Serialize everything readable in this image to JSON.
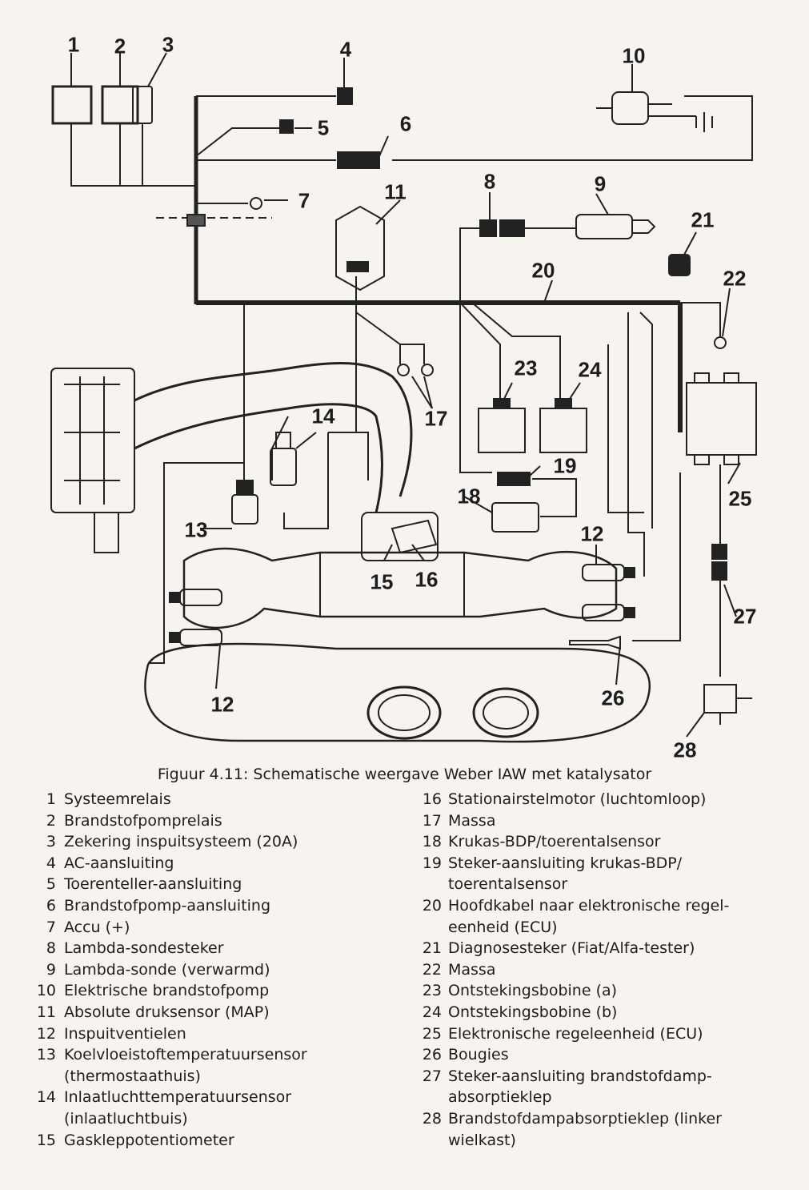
{
  "callouts": [
    "1",
    "2",
    "3",
    "4",
    "5",
    "6",
    "7",
    "8",
    "9",
    "10",
    "11",
    "12",
    "13",
    "14",
    "15",
    "16",
    "17",
    "18",
    "19",
    "20",
    "21",
    "22",
    "23",
    "24",
    "25",
    "26",
    "27",
    "28"
  ],
  "caption": "Figuur 4.11: Schematische weergave Weber IAW met katalysator",
  "legend_left": [
    {
      "num": "1",
      "text": "Systeemrelais"
    },
    {
      "num": "2",
      "text": "Brandstofpomprelais"
    },
    {
      "num": "3",
      "text": "Zekering inspuitsysteem (20A)"
    },
    {
      "num": "4",
      "text": "AC-aansluiting"
    },
    {
      "num": "5",
      "text": "Toerenteller-aansluiting"
    },
    {
      "num": "6",
      "text": "Brandstofpomp-aansluiting"
    },
    {
      "num": "7",
      "text": "Accu (+)"
    },
    {
      "num": "8",
      "text": "Lambda-sondesteker"
    },
    {
      "num": "9",
      "text": "Lambda-sonde (verwarmd)"
    },
    {
      "num": "10",
      "text": "Elektrische brandstofpomp"
    },
    {
      "num": "11",
      "text": "Absolute druksensor (MAP)"
    },
    {
      "num": "12",
      "text": "Inspuitventielen"
    },
    {
      "num": "13",
      "text": "Koelvloeistoftemperatuursensor (thermostaathuis)"
    },
    {
      "num": "14",
      "text": "Inlaatluchttemperatuursensor (inlaatluchtbuis)"
    },
    {
      "num": "15",
      "text": "Gaskleppotentiometer"
    }
  ],
  "legend_right": [
    {
      "num": "16",
      "text": "Stationairstelmotor (luchtomloop)"
    },
    {
      "num": "17",
      "text": "Massa"
    },
    {
      "num": "18",
      "text": "Krukas-BDP/toerentalsensor"
    },
    {
      "num": "19",
      "text": "Steker-aansluiting krukas-BDP/ toerentalsensor"
    },
    {
      "num": "20",
      "text": "Hoofdkabel naar elektronische regel- eenheid (ECU)"
    },
    {
      "num": "21",
      "text": "Diagnosesteker (Fiat/Alfa-tester)"
    },
    {
      "num": "22",
      "text": "Massa"
    },
    {
      "num": "23",
      "text": "Ontstekingsbobine (a)"
    },
    {
      "num": "24",
      "text": "Ontstekingsbobine (b)"
    },
    {
      "num": "25",
      "text": "Elektronische regeleenheid (ECU)"
    },
    {
      "num": "26",
      "text": "Bougies"
    },
    {
      "num": "27",
      "text": "Steker-aansluiting brandstofdamp- absorptieklep"
    },
    {
      "num": "28",
      "text": "Brandstofdampabsorptieklep (linker wielkast)"
    }
  ]
}
